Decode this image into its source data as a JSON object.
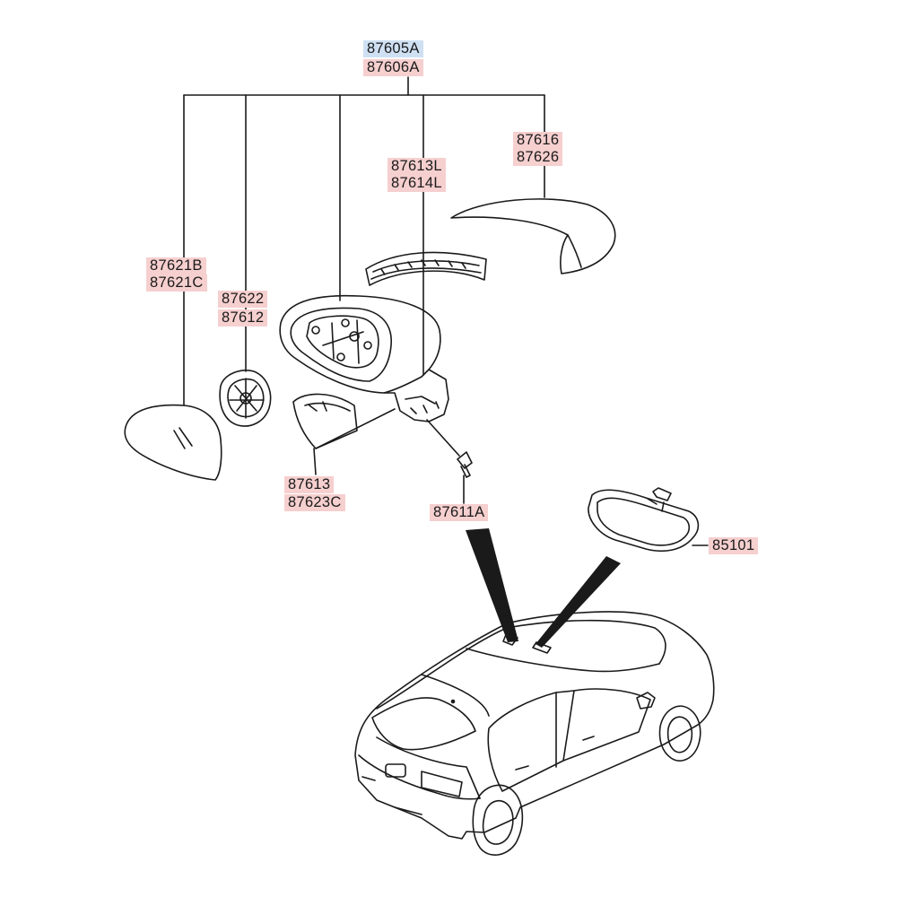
{
  "colors": {
    "label_highlight_pink": "#f6cfcf",
    "label_highlight_blue": "#cfe0f3",
    "line": "#1a1a1a"
  },
  "callouts": {
    "assembly_primary": "87605A",
    "assembly_secondary": "87606A",
    "glass_a": "87621B",
    "glass_b": "87621C",
    "actuator_a": "87622",
    "actuator_b": "87612",
    "repeater_a": "87613L",
    "repeater_b": "87614L",
    "scalp_cover_a": "87616",
    "scalp_cover_b": "87626",
    "triangle_cover_a": "87613",
    "triangle_cover_b": "87623C",
    "screw": "87611A",
    "inside_mirror": "85101"
  }
}
